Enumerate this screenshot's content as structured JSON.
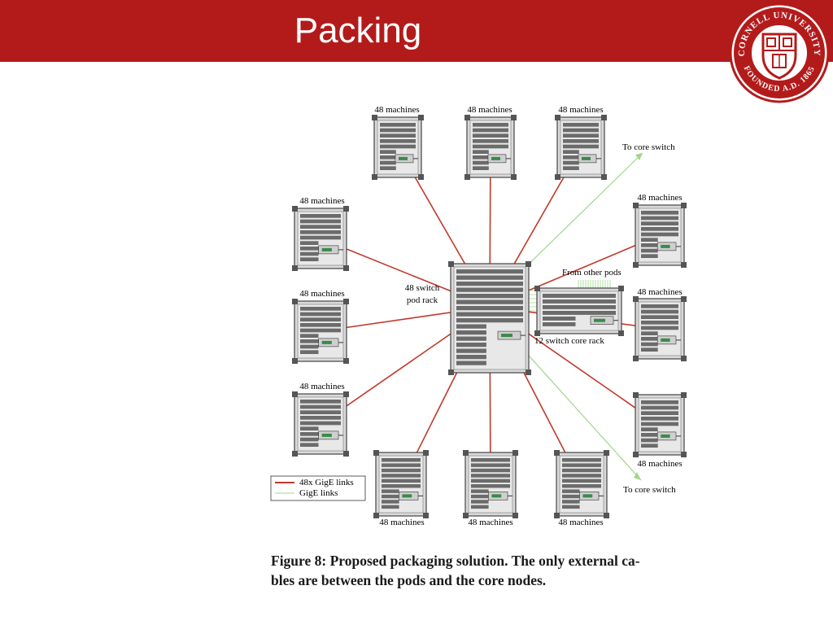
{
  "slide": {
    "title": "Packing",
    "logo": {
      "icon": "cornell-seal-icon",
      "ring_text": "CORNELL UNIVERSITY",
      "founded_text": "FOUNDED A.D. 1865",
      "color": "#b31b1b"
    }
  },
  "figure": {
    "machine_label": "48 machines",
    "pod_rack_label_line1": "48 switch",
    "pod_rack_label_line2": "pod rack",
    "core_rack_label": "12 switch core rack",
    "from_other_pods": "From other pods",
    "to_core_switch_top": "To core switch",
    "to_core_switch_bottom": "To core switch",
    "legend": {
      "red_label": "48x GigE links",
      "green_label": "GigE links",
      "red_color": "#c0392b",
      "green_color": "#9fd68a"
    },
    "caption_line1": "Figure 8: Proposed packaging solution. The only external ca-",
    "caption_line2": "bles are between the pods and the core nodes."
  }
}
